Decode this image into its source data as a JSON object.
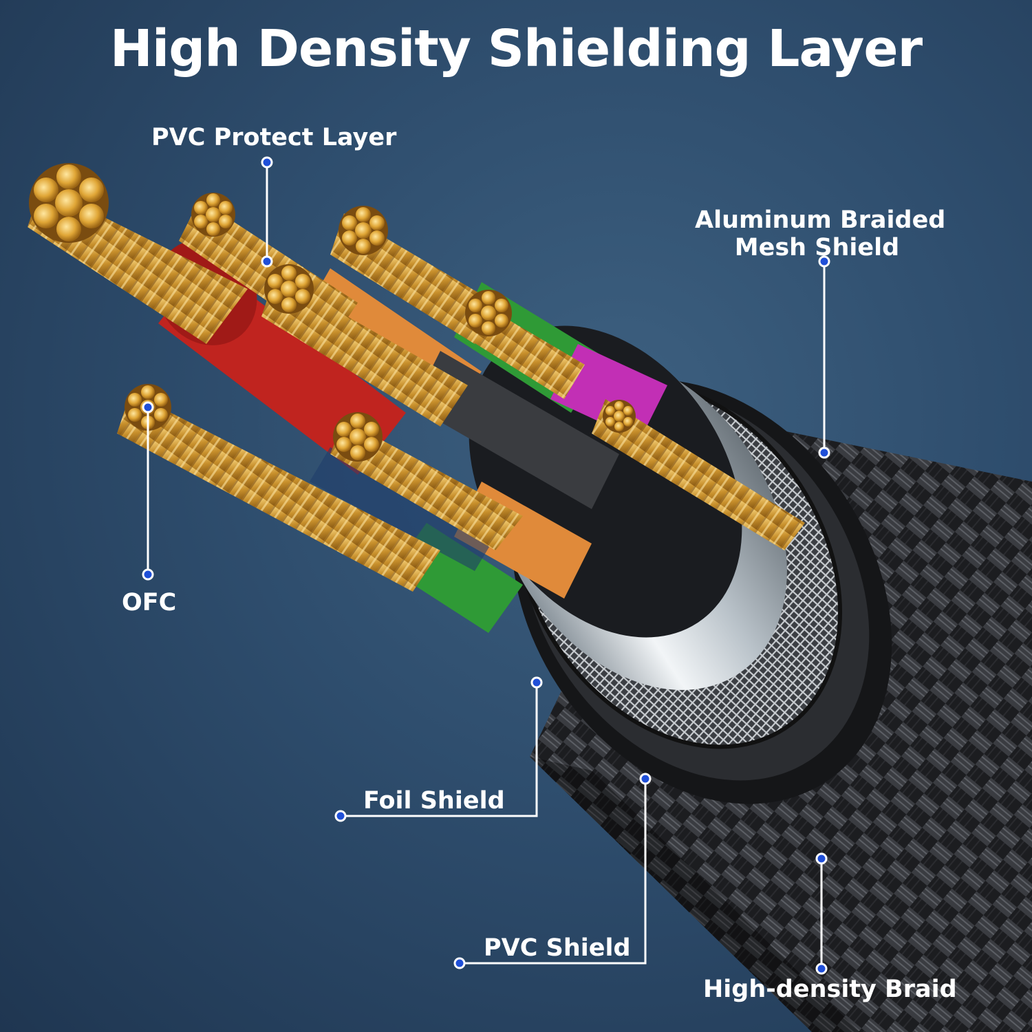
{
  "title": "High Density Shielding Layer",
  "labels": {
    "pvc_protect_layer": "PVC Protect Layer",
    "aluminum_braided_line1": "Aluminum Braided",
    "aluminum_braided_line2": "Mesh Shield",
    "ofc": "OFC",
    "foil_shield": "Foil Shield",
    "pvc_shield": "PVC Shield",
    "high_density_braid": "High-density Braid"
  },
  "colors": {
    "background": "#2e4d6d",
    "text": "#ffffff",
    "callout_line": "#ffffff",
    "callout_dot": "#1f4fd8",
    "copper": "#c8922e",
    "wire_red": "#c0241f",
    "wire_green": "#2f9a36",
    "wire_orange": "#e08a3a",
    "wire_magenta": "#c22fb5",
    "wire_gray": "#3a3c40",
    "foil": "#cfd6dc",
    "braid": "#222428"
  }
}
